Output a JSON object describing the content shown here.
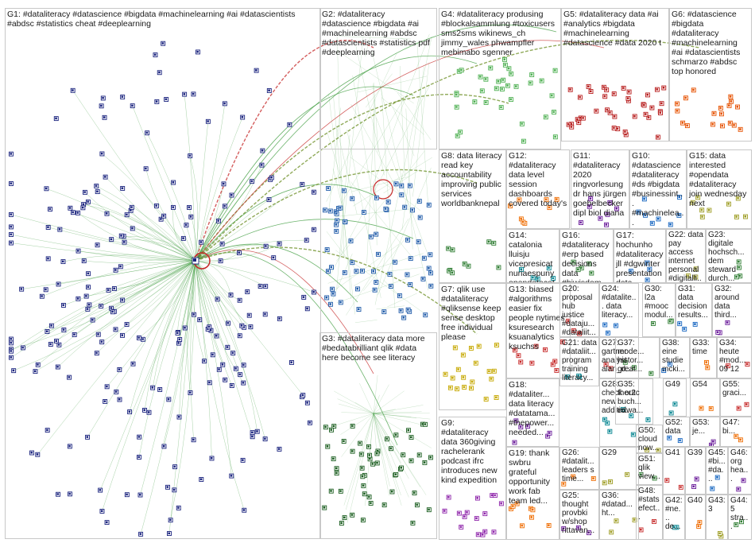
{
  "groups": [
    {
      "id": "G1",
      "text": "G1: #dataliteracy #datascience #bigdata #machinelearning #ai #datascientists #abdsc #statistics cheat #deeplearning"
    },
    {
      "id": "G2",
      "text": "G2: #dataliteracy #datascience #bigdata #ai #machinelearning #abdsc #datascientists #statistics pdf #deeplearning"
    },
    {
      "id": "G3",
      "text": "G3: #dataliteracy data more #bedatabrilliant qlik #data here become see literacy"
    },
    {
      "id": "G4",
      "text": "G4: #dataliteracy produsing #blockalsammlung #toxicusers sms2sms wikinews_ch jimmy_wales phwampfler mebimabo sgenner"
    },
    {
      "id": "G5",
      "text": "G5: #dataliteracy data #ai #analytics #bigdata #machinelearning #datascience #data 2020 t"
    },
    {
      "id": "G6",
      "text": "G6: #datascience #bigdata #dataliteracy #machinelearning #ai #datascientists schmarzo #abdsc top honored"
    },
    {
      "id": "G7",
      "text": "G7: qlik use #dataliteracy #qliksense keep sense desktop free individual please"
    },
    {
      "id": "G8",
      "text": "G8: data literacy read key accountability improving public services worldbanknepal"
    },
    {
      "id": "G9",
      "text": "G9: #dataliteracy data 360giving rachelerank podcast ifrc introduces new kind expedition"
    },
    {
      "id": "G10",
      "text": "G10: #datascience #dataliteracy #ds #bigdata #businessint... #machinelea..."
    },
    {
      "id": "G11",
      "text": "G11: #dataliteracy 2020 ringvorlesung dr hans jürgen goebelbecker dipl biol diana"
    },
    {
      "id": "G12",
      "text": "G12: #dataliteracy data level session dashboards covered today's"
    },
    {
      "id": "G13",
      "text": "G13: biased #algorithms easier fix people nytimes ksuresearch ksuanalytics ksuchss"
    },
    {
      "id": "G14",
      "text": "G14: catalonia lluisju vicepresicat nuriaespuny opendatacat liliana_arro today"
    },
    {
      "id": "G15",
      "text": "G15: data interested #opendata #dataliteracy join wednesday next"
    },
    {
      "id": "G16",
      "text": "G16: #dataliteracy #erp based decisions data #biwisdom..."
    },
    {
      "id": "G17",
      "text": "G17: hochunho #dataliteracy jll #dgwinter presentation data..."
    },
    {
      "id": "G18",
      "text": "G18: #dataliter... data literacy #datatama... #thepower... needed..."
    },
    {
      "id": "G19",
      "text": "G19: thank swbru grateful opportunity work fab team led..."
    },
    {
      "id": "G20",
      "text": "G20: proposal hub justice #dataju... #dataliit..."
    },
    {
      "id": "G21",
      "text": "G21: data #dataliit... program training literacy..."
    },
    {
      "id": "G22",
      "text": "G22: data pay access internet personal #digitalli..."
    },
    {
      "id": "G23",
      "text": "G23: digitale hochsch... dem steward durch..."
    },
    {
      "id": "G24",
      "text": "G24: #datalite... data literacy..."
    },
    {
      "id": "G25",
      "text": "G25: thought provbki w/shop rittavan..."
    },
    {
      "id": "G26",
      "text": "G26: #datalit... leaders s time..."
    },
    {
      "id": "G27",
      "text": "G27: gartner analyst alan_d..."
    },
    {
      "id": "G28",
      "text": "G28: check out new additio..."
    },
    {
      "id": "G29",
      "text": "G29"
    },
    {
      "id": "G30",
      "text": "G30: l2a #mooc modul..."
    },
    {
      "id": "G31",
      "text": "G31: data decision results..."
    },
    {
      "id": "G32",
      "text": "G32: around data third..."
    },
    {
      "id": "G33",
      "text": "G33: time"
    },
    {
      "id": "G34",
      "text": "G34: heute #mod... 09 12"
    },
    {
      "id": "G35",
      "text": "G35: ther2c buch... edwa..."
    },
    {
      "id": "G36",
      "text": "G36: #datad... ht..."
    },
    {
      "id": "G37",
      "text": "G37: mode... histor... great..."
    },
    {
      "id": "G38",
      "text": "G38: eine studie mcki..."
    },
    {
      "id": "G39",
      "text": "G39"
    },
    {
      "id": "G40",
      "text": "G40"
    },
    {
      "id": "G41",
      "text": "G41"
    },
    {
      "id": "G42",
      "text": "G42: #ne... de..."
    },
    {
      "id": "G43",
      "text": "G43: 3"
    },
    {
      "id": "G44",
      "text": "G44: 5 stra..."
    },
    {
      "id": "G45",
      "text": "G45: #bi... #da..."
    },
    {
      "id": "G46",
      "text": "G46: org hea..."
    },
    {
      "id": "G47",
      "text": "G47: bi..."
    },
    {
      "id": "G48",
      "text": "G48: #stats efect..."
    },
    {
      "id": "G49",
      "text": "G49"
    },
    {
      "id": "G50",
      "text": "G50: cloud now..."
    },
    {
      "id": "G51",
      "text": "G51: qlik view..."
    },
    {
      "id": "G52",
      "text": "G52: data"
    },
    {
      "id": "G53",
      "text": "G53: je..."
    },
    {
      "id": "G54",
      "text": "G54"
    },
    {
      "id": "G55",
      "text": "G55: graci..."
    }
  ],
  "colors": {
    "G1_nodes": "#1a237e",
    "G2_nodes": "#1e5aa8",
    "G3_nodes": "#1b5e20",
    "G4_nodes": "#4caf50",
    "G5_nodes": "#b71c1c",
    "G6_nodes": "#e65100",
    "G7_nodes": "#c6a800",
    "G9_nodes": "#8e24aa",
    "edges_green": "#3a9a3a",
    "edges_dashed": "#6b8e23",
    "edges_red": "#c62828",
    "box_border": "#c8c8c8"
  }
}
